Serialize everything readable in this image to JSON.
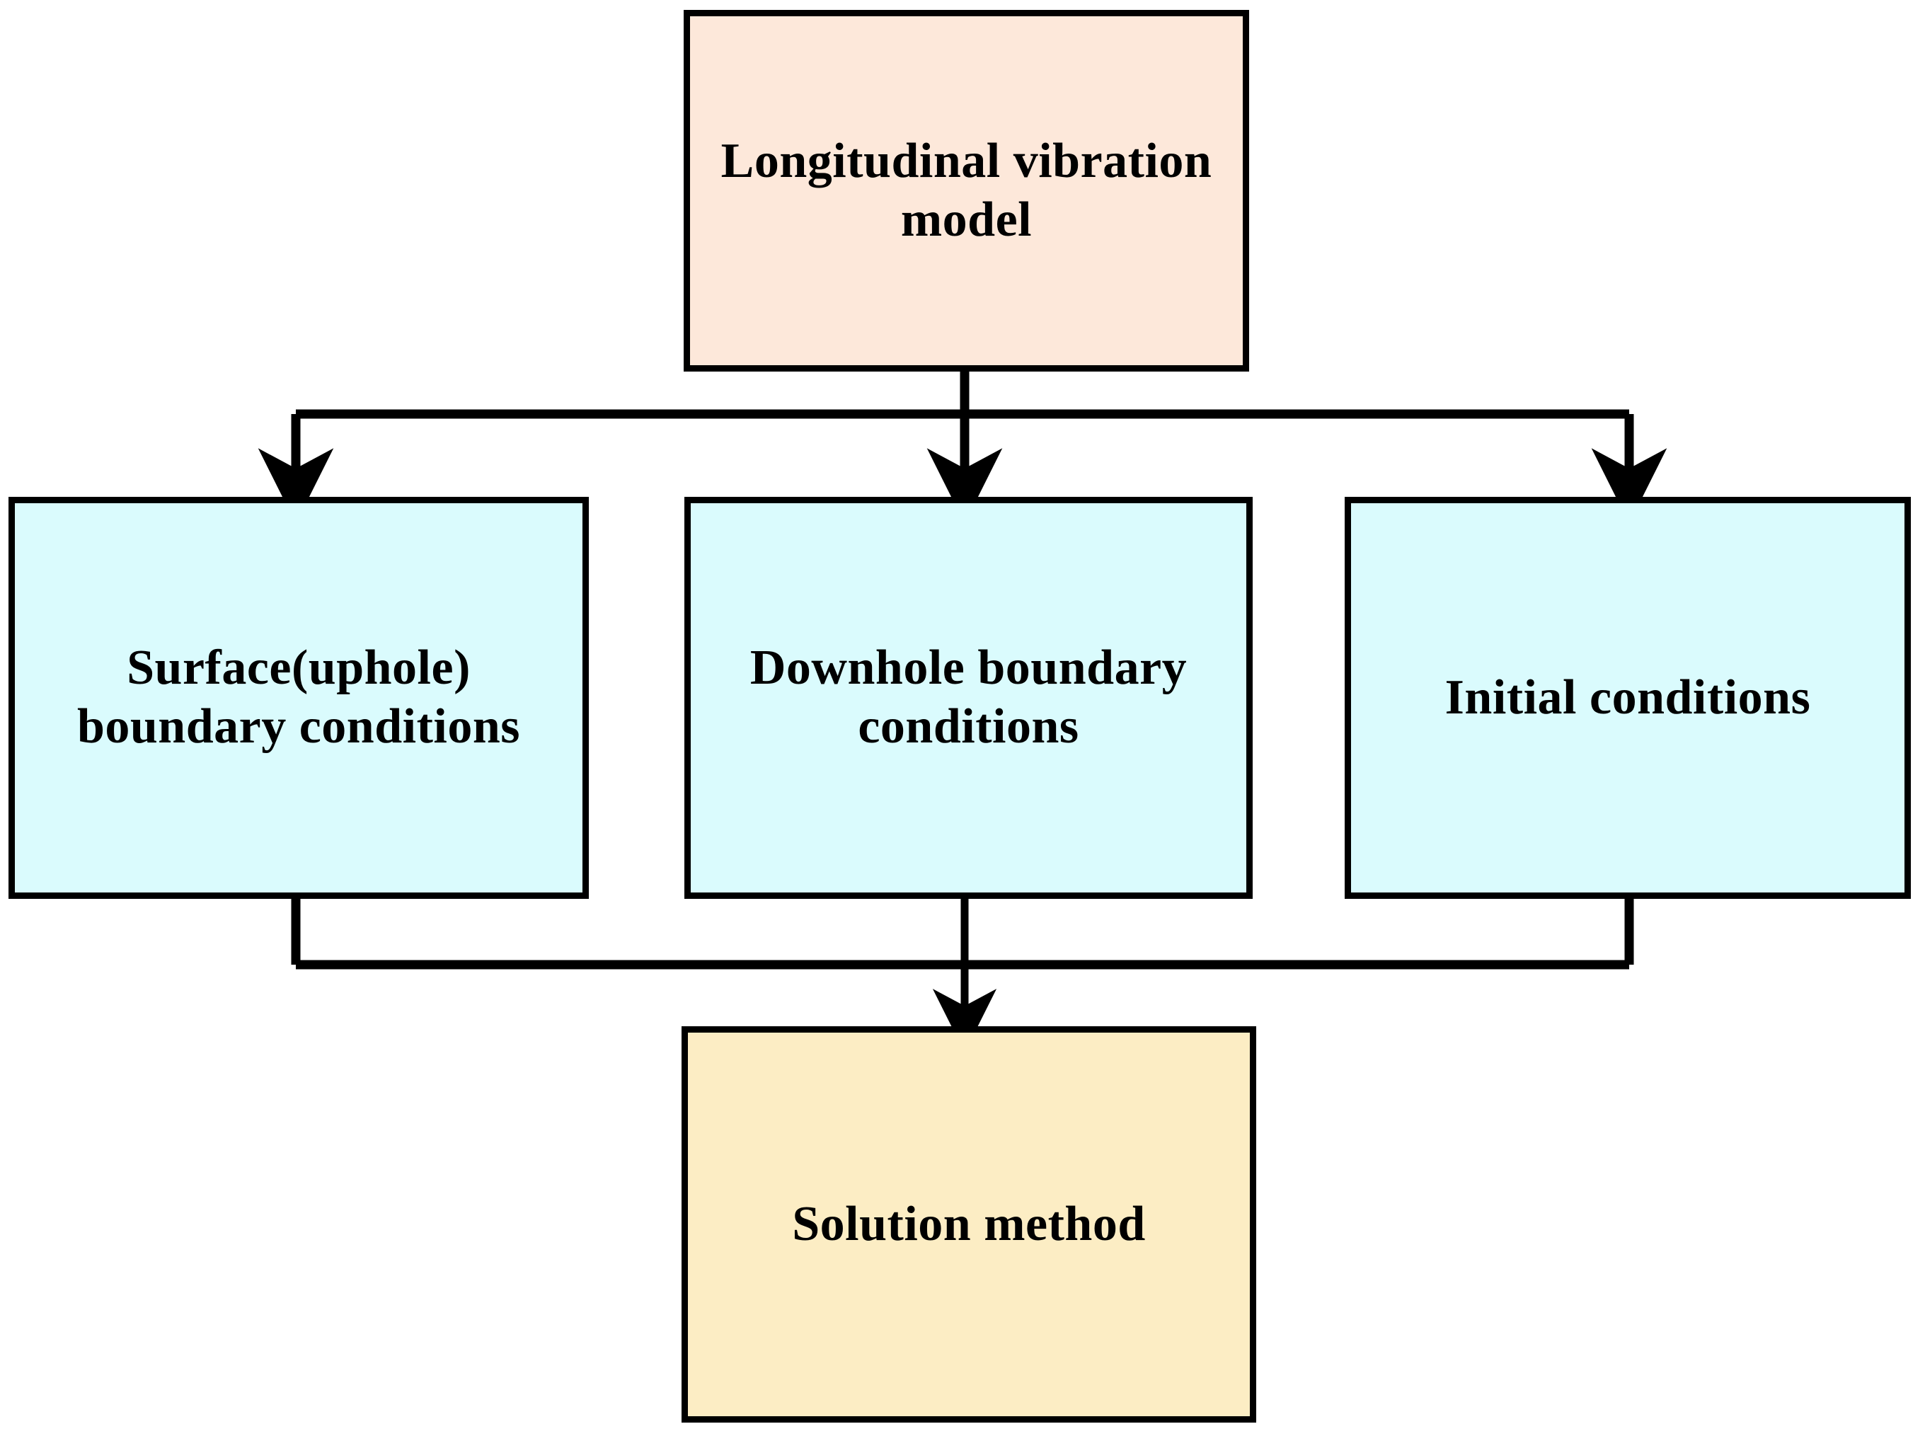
{
  "diagram": {
    "title": "Longitudinal vibration model flowchart",
    "type": "flowchart",
    "background_color": "#ffffff",
    "line_color": "#000000",
    "nodes": [
      {
        "id": "model",
        "label": "Longitudinal vibration model",
        "line1": "Longitudinal vibration",
        "line2": "model",
        "fill_color": "#fde8da",
        "border_color": "#000000",
        "level": "root"
      },
      {
        "id": "surface",
        "label": "Surface(uphole) boundary conditions",
        "line1": "Surface(uphole)",
        "line2": "boundary conditions",
        "fill_color": "#dafbfd",
        "border_color": "#000000",
        "level": "branch"
      },
      {
        "id": "downhole",
        "label": "Downhole boundary conditions",
        "line1": "Downhole boundary",
        "line2": "conditions",
        "fill_color": "#dafbfd",
        "border_color": "#000000",
        "level": "branch"
      },
      {
        "id": "initial",
        "label": "Initial conditions",
        "line1": "Initial conditions",
        "line2": "",
        "fill_color": "#dafbfd",
        "border_color": "#000000",
        "level": "branch"
      },
      {
        "id": "solution",
        "label": "Solution method",
        "line1": "Solution method",
        "line2": "",
        "fill_color": "#fcedc4",
        "border_color": "#000000",
        "level": "result"
      }
    ],
    "edges": [
      {
        "from": "model",
        "to": "surface",
        "style": "orthogonal-arrow"
      },
      {
        "from": "model",
        "to": "downhole",
        "style": "orthogonal-arrow"
      },
      {
        "from": "model",
        "to": "initial",
        "style": "orthogonal-arrow"
      },
      {
        "from": "surface",
        "to": "solution",
        "style": "orthogonal-merge"
      },
      {
        "from": "downhole",
        "to": "solution",
        "style": "orthogonal-merge"
      },
      {
        "from": "initial",
        "to": "solution",
        "style": "orthogonal-merge"
      }
    ]
  }
}
